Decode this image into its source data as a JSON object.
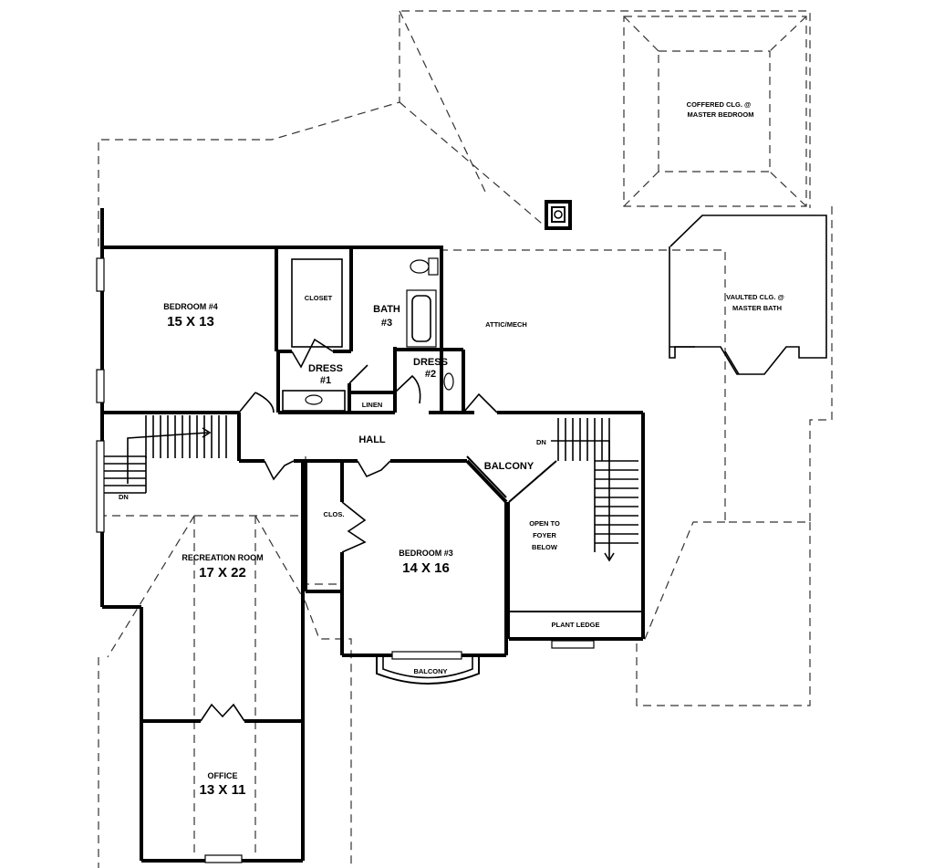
{
  "rooms": {
    "bedroom4": {
      "name": "BEDROOM #4",
      "size": "15 X 13"
    },
    "closet": "CLOSET",
    "bath3": {
      "name": "BATH",
      "num": "#3"
    },
    "dress1": {
      "name": "DRESS",
      "num": "#1"
    },
    "dress2": {
      "name": "DRESS",
      "num": "#2"
    },
    "linen": "LINEN",
    "hall": "HALL",
    "balcony_hall": "BALCONY",
    "attic": "ATTIC/MECH",
    "bedroom3": {
      "name": "BEDROOM #3",
      "size": "14 X 16"
    },
    "clos": "CLOS.",
    "recreation": {
      "name": "RECREATION ROOM",
      "size": "17 X 22"
    },
    "office": {
      "name": "OFFICE",
      "size": "13 X 11"
    },
    "open_foyer": [
      "OPEN TO",
      "FOYER",
      "BELOW"
    ],
    "plant_ledge": "PLANT LEDGE",
    "balcony_bottom": "BALCONY",
    "coffered": [
      "COFFERED CLG. @",
      "MASTER BEDROOM"
    ],
    "vaulted": [
      "VAULTED CLG. @",
      "MASTER BATH"
    ],
    "dn_left": "DN",
    "dn_right": "DN"
  }
}
